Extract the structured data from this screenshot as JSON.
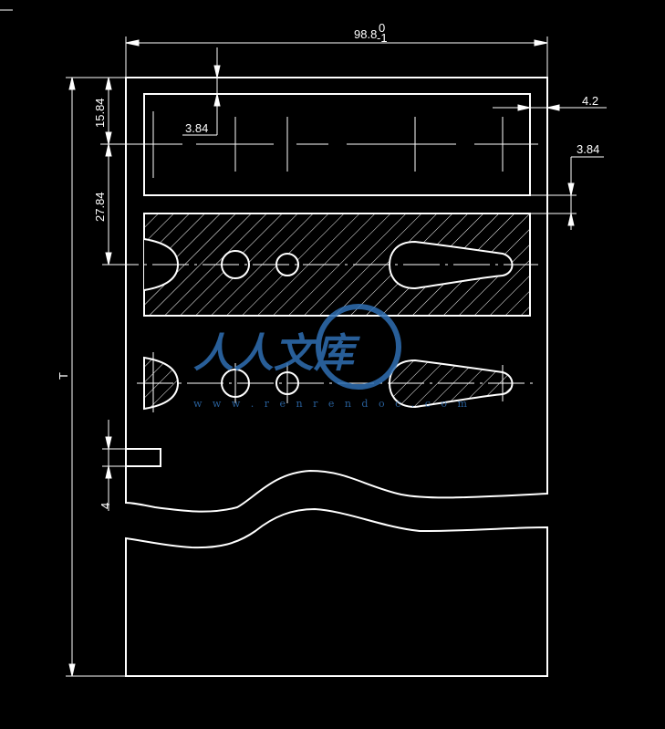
{
  "drawing": {
    "background": "#000000",
    "line_color": "#ffffff",
    "dimensions": {
      "overall_width": "98.8",
      "overall_width_tol_upper": "0",
      "overall_width_tol_lower": "-1",
      "top_offset": "15.84",
      "slot_inset": "3.84",
      "right_inset": "4.2",
      "gap_right": "3.84",
      "second_slot": "27.84",
      "length_var": "T",
      "small_tab": "4"
    }
  },
  "watermark": {
    "chinese": "人人文库",
    "url": "w w w . r e n r e n d o c . c o m",
    "color": "#2f6fb3"
  }
}
